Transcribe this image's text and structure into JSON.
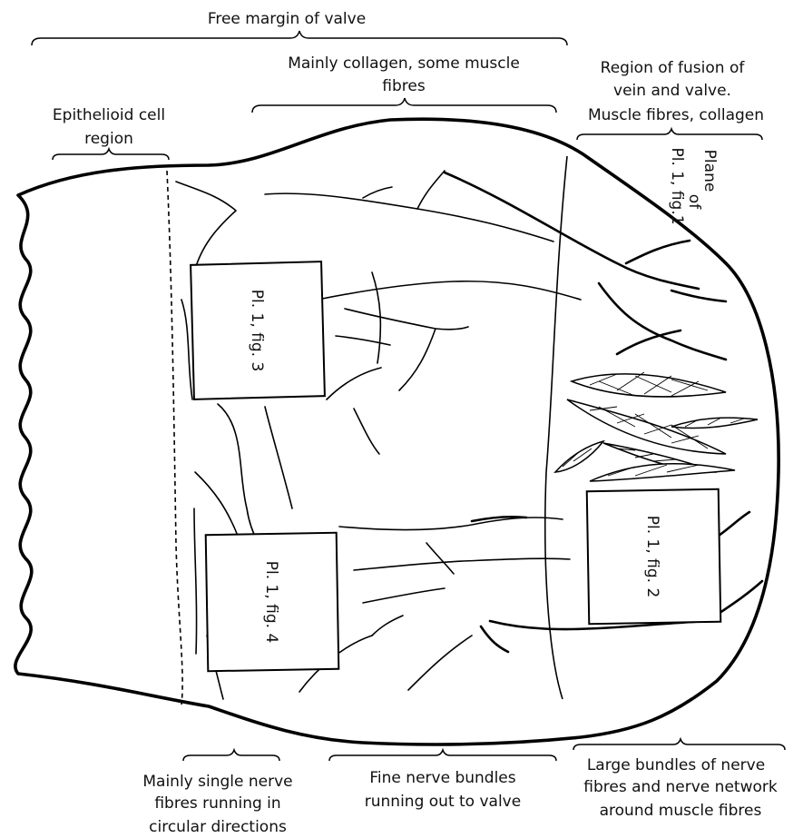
{
  "labels": {
    "free_margin": "Free margin of valve",
    "collagen_line1": "Mainly collagen, some muscle",
    "collagen_line2": "fibres",
    "epithelioid_line1": "Epithelioid cell",
    "epithelioid_line2": "region",
    "fusion_line1": "Region of fusion of",
    "fusion_line2": "vein and valve.",
    "fusion_line3": "Muscle fibres, collagen",
    "plane_line1": "Plane",
    "plane_line2": "of",
    "plane_line3": "Pl. 1, fig.1",
    "single_line1": "Mainly single nerve",
    "single_line2": "fibres running in",
    "single_line3": "circular directions",
    "fine_line1": "Fine nerve bundles",
    "fine_line2": "running out to valve",
    "large_line1": "Large bundles of nerve",
    "large_line2": "fibres and nerve network",
    "large_line3": "around muscle fibres"
  },
  "boxes": {
    "fig3": "Pl. 1, fig. 3",
    "fig4": "Pl. 1, fig. 4",
    "fig2": "Pl. 1, fig. 2"
  }
}
